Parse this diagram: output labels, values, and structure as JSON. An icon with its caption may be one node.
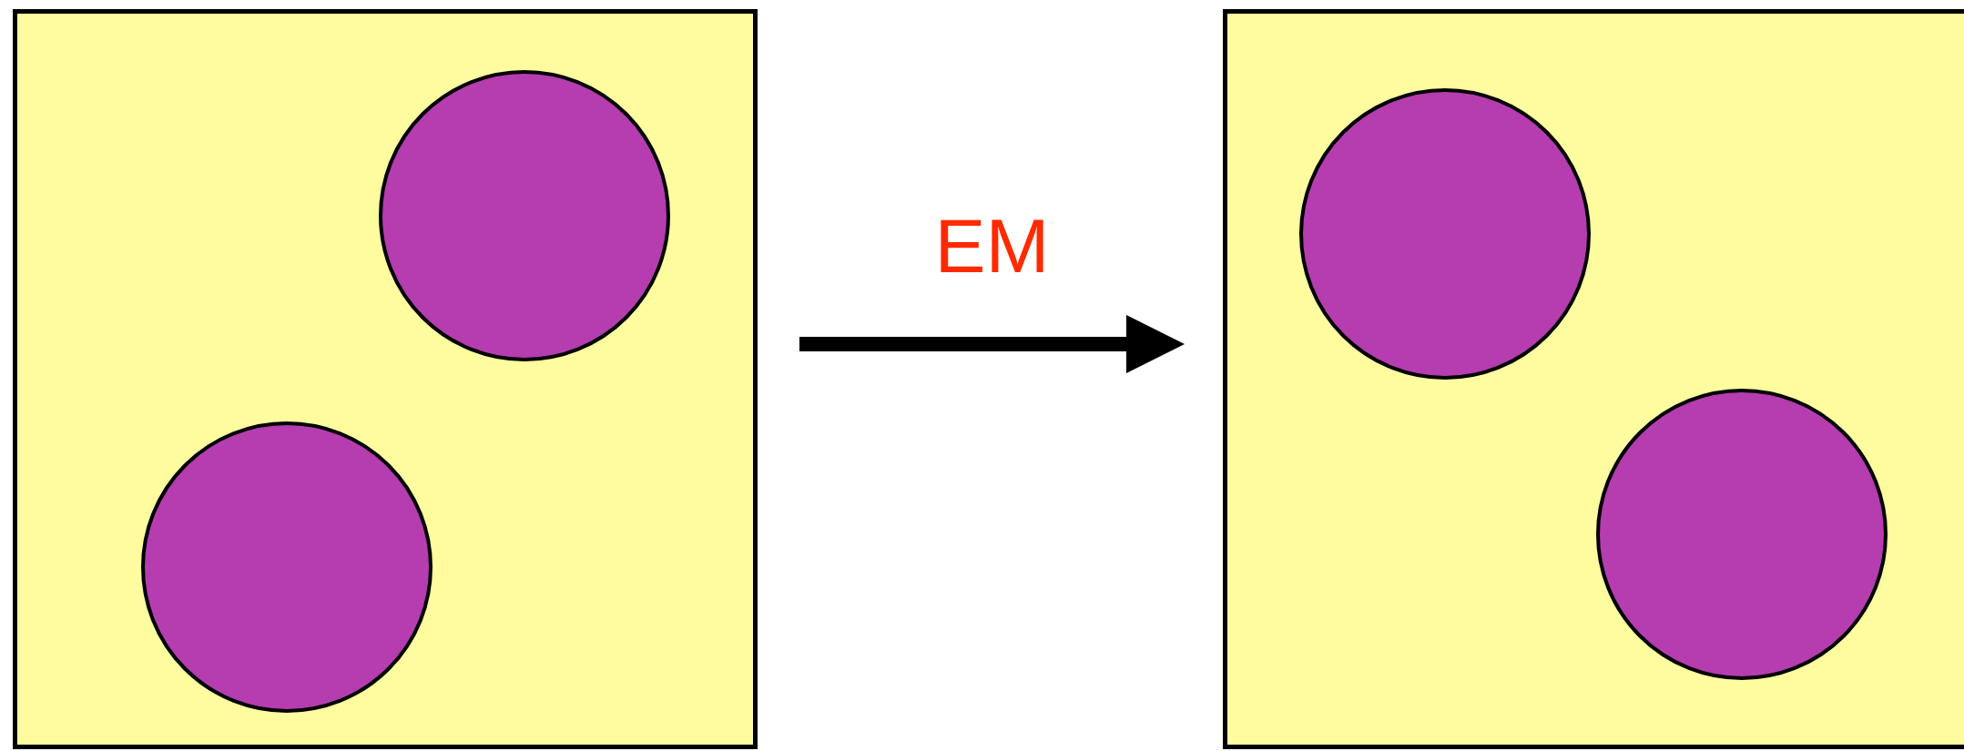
{
  "diagram": {
    "nodes": [
      {
        "text": [],
        "shape": "box"
      },
      {
        "text": [],
        "shape": "circle",
        "in": 0
      },
      {
        "text": [],
        "shape": "circle",
        "in": 0
      },
      {
        "text": [],
        "shape": "box"
      },
      {
        "text": [],
        "shape": "circle",
        "in": 3
      },
      {
        "text": [],
        "shape": "circle",
        "in": 3
      }
    ],
    "edges": [
      {
        "from": 0,
        "to": 3,
        "arrow": "to",
        "label": "EM"
      }
    ]
  }
}
